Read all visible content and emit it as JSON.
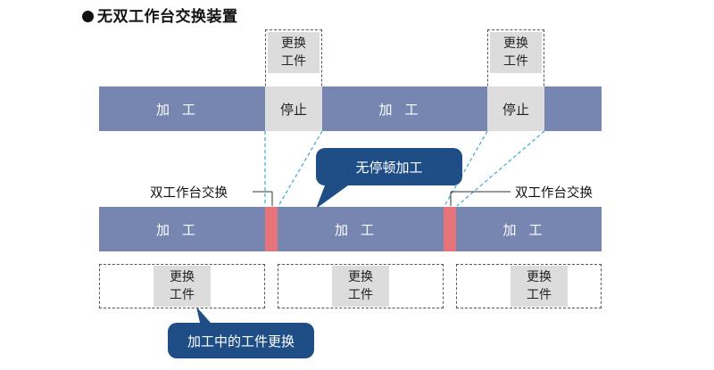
{
  "title": "无双工作台交换装置",
  "top_row": {
    "processing_label": "加工",
    "stop_label": "停止",
    "change_line1": "更换",
    "change_line2": "工件"
  },
  "bottom_row": {
    "processing_label": "加工",
    "exchange_label": "双工作台交换",
    "change_line1": "更换",
    "change_line2": "工件"
  },
  "callouts": {
    "no_pause": "无停顿加工",
    "change_during": "加工中的工件更换"
  },
  "colors": {
    "processing_bar": "#7785b1",
    "exchange_marker": "#e8747b",
    "callout": "#1f4e87",
    "guide_line": "#3aa8d8"
  }
}
